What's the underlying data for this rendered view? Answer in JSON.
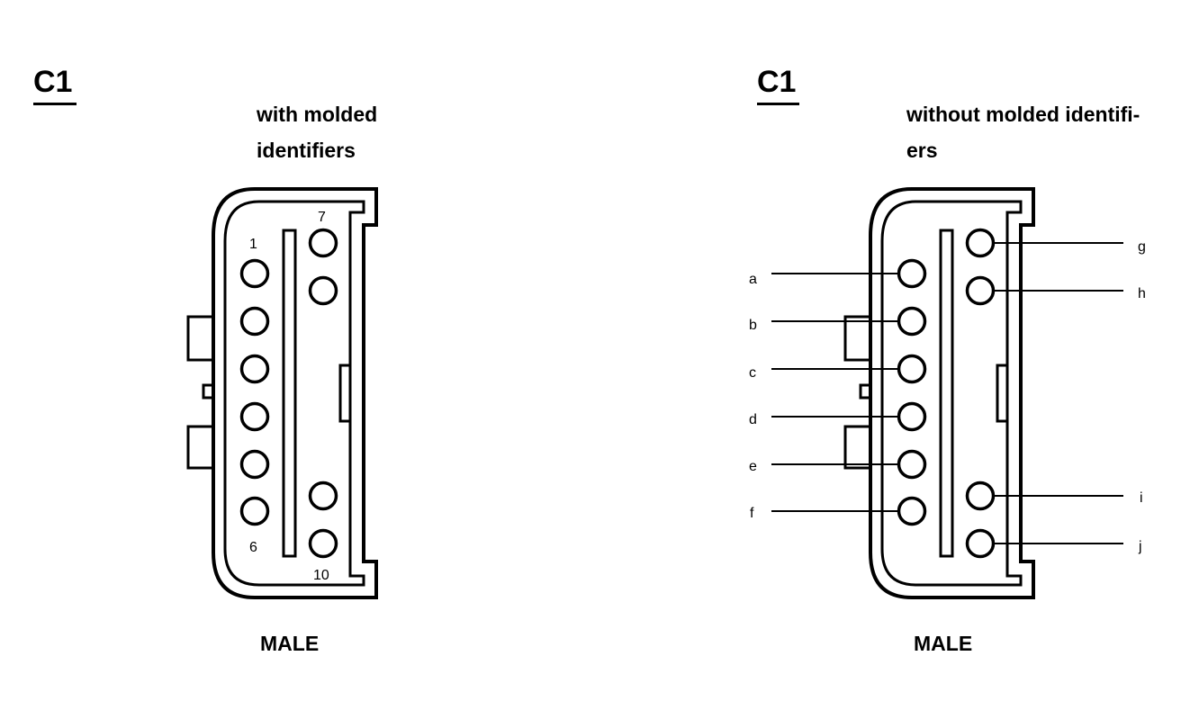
{
  "left": {
    "connector_id": "C1",
    "caption": "with molded\nidentifiers",
    "gender": "MALE",
    "pin_numbers": {
      "first": "1",
      "last_left": "6",
      "first_right": "7",
      "last_right": "10"
    }
  },
  "right": {
    "connector_id": "C1",
    "caption": "without molded identifi-\ners",
    "gender": "MALE",
    "left_column_labels": [
      "a",
      "b",
      "c",
      "d",
      "e",
      "f"
    ],
    "right_column_labels": [
      "g",
      "h",
      "i",
      "j"
    ]
  },
  "colors": {
    "ink": "#000000",
    "background": "#ffffff"
  }
}
